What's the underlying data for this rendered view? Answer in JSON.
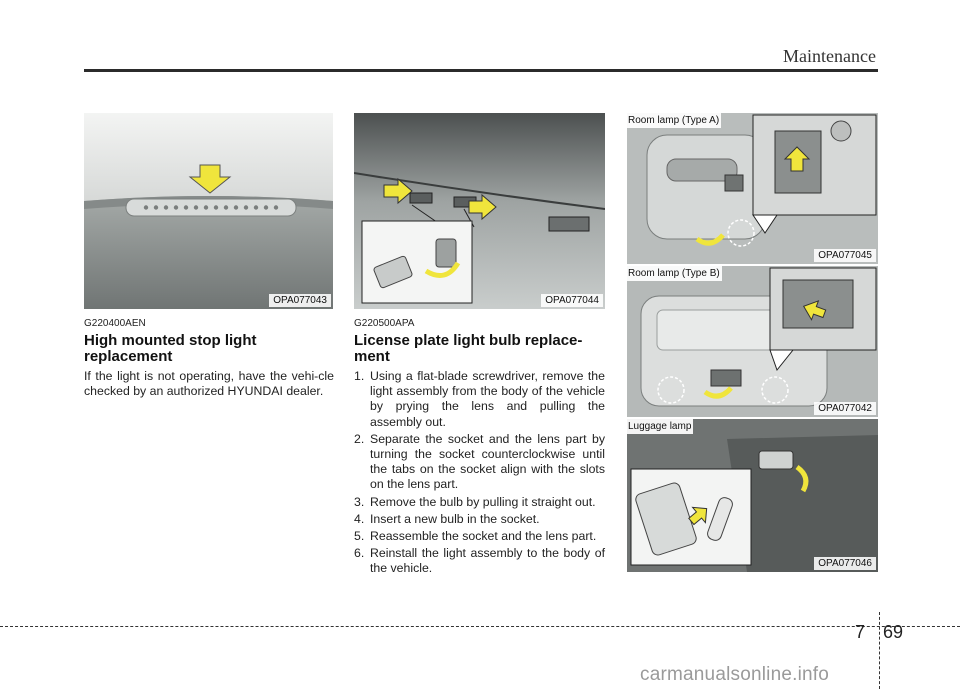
{
  "header": {
    "title": "Maintenance"
  },
  "figures": [
    {
      "code": "OPA077043"
    },
    {
      "code": "OPA077044"
    },
    {
      "code": "OPA077045",
      "label": "Room lamp (Type A)"
    },
    {
      "code": "OPA077042",
      "label": "Room lamp (Type B)"
    },
    {
      "code": "OPA077046",
      "label": "Luggage lamp"
    }
  ],
  "section1": {
    "code": "G220400AEN",
    "title": "High mounted stop light replacement",
    "body": "If the light is not operating, have the vehi-cle checked by an authorized HYUNDAI dealer."
  },
  "section2": {
    "code": "G220500APA",
    "title": "License plate light bulb replace-ment",
    "steps": [
      {
        "num": "1.",
        "text": "Using a flat-blade screwdriver, remove the light assembly from the body of the vehicle by prying the lens and pulling the assembly out."
      },
      {
        "num": "2.",
        "text": "Separate the socket and the lens part by turning the socket counterclockwise until the tabs on the socket align with the slots on the lens part."
      },
      {
        "num": "3.",
        "text": "Remove the bulb by pulling it straight out."
      },
      {
        "num": "4.",
        "text": "Insert a new bulb in the socket."
      },
      {
        "num": "5.",
        "text": "Reassemble the socket and the lens part."
      },
      {
        "num": "6.",
        "text": "Reinstall the light assembly to the body of the vehicle."
      }
    ]
  },
  "footer": {
    "chapter": "7",
    "page": "69"
  },
  "watermark": "carmanualsonline.info"
}
